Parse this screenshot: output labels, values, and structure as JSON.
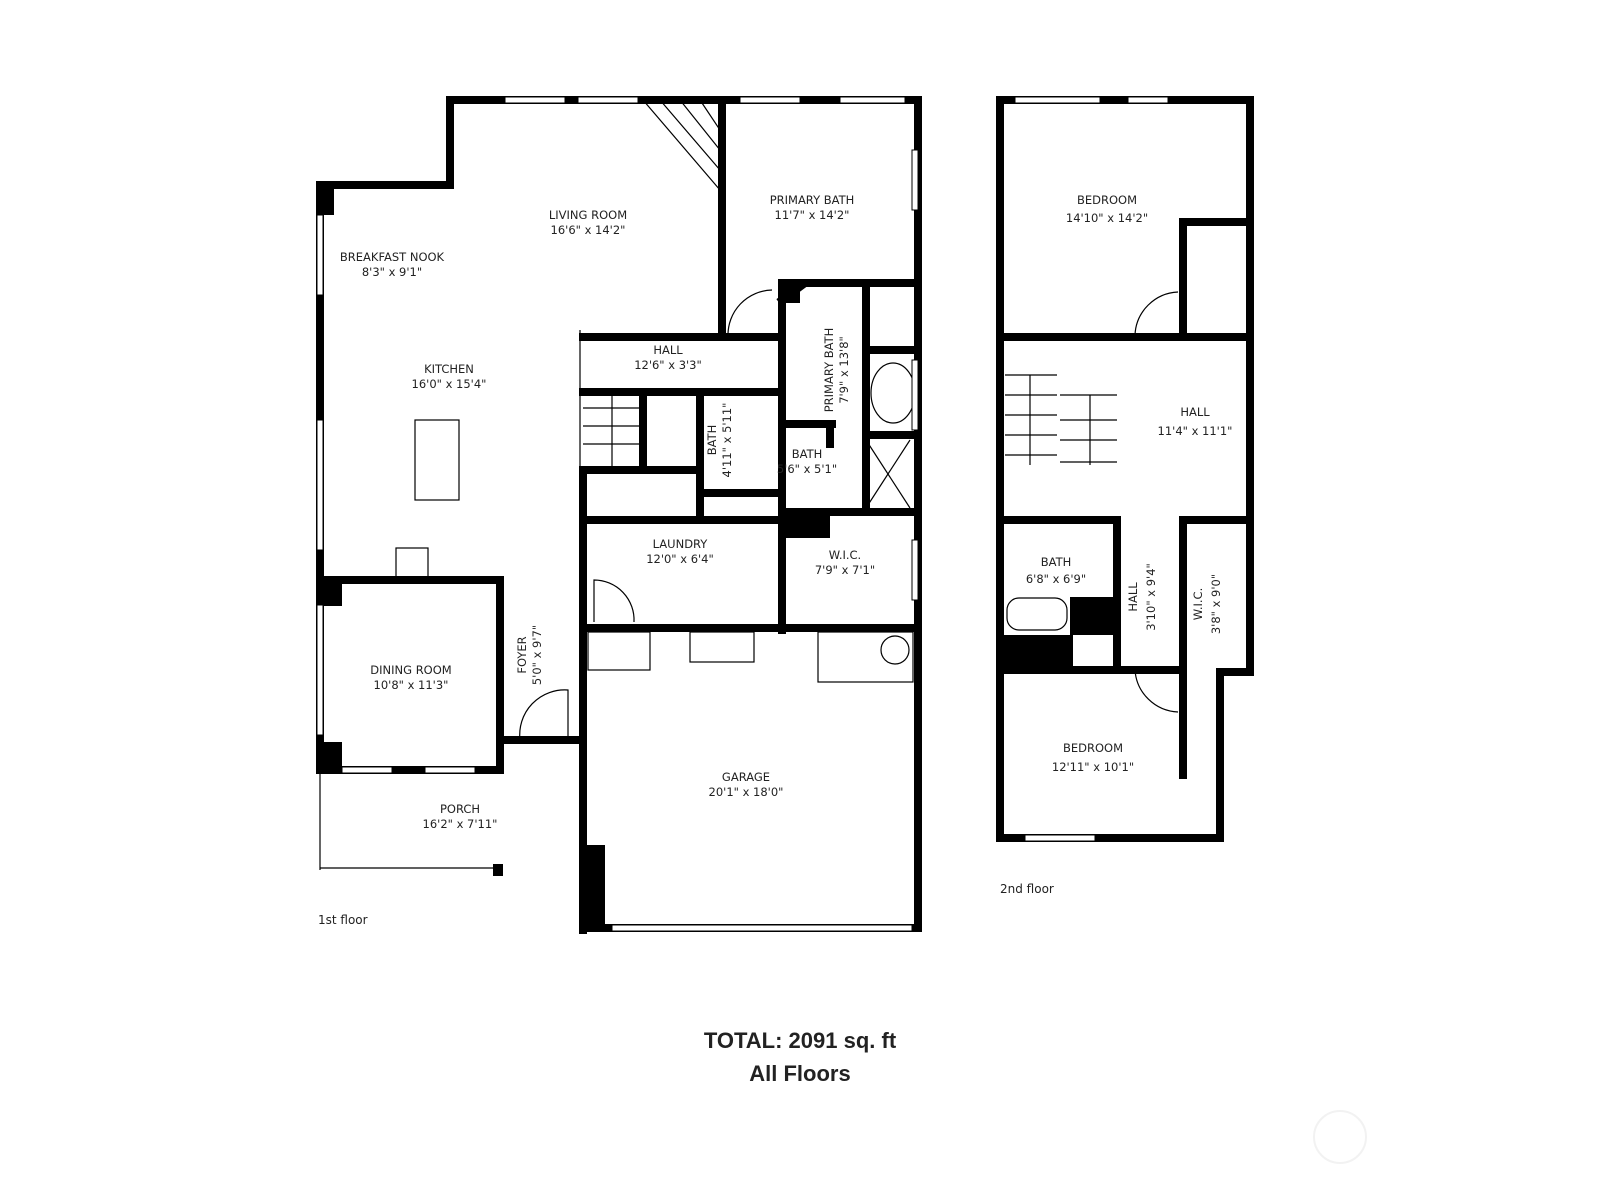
{
  "first_floor": {
    "label": "1st floor",
    "rooms": [
      {
        "name": "BREAKFAST NOOK",
        "size": "8'3\" x 9'1\""
      },
      {
        "name": "LIVING ROOM",
        "size": "16'6\" x 14'2\""
      },
      {
        "name": "PRIMARY BATH",
        "size": "11'7\" x 14'2\""
      },
      {
        "name": "KITCHEN",
        "size": "16'0\" x 15'4\""
      },
      {
        "name": "HALL",
        "size": "12'6\" x 3'3\""
      },
      {
        "name": "PRIMARY BATH",
        "size": "7'9\" x 13'8\""
      },
      {
        "name": "BATH",
        "size": "4'11\" x 5'11\""
      },
      {
        "name": "BATH",
        "size": "5'6\" x 5'1\""
      },
      {
        "name": "LAUNDRY",
        "size": "12'0\" x 6'4\""
      },
      {
        "name": "W.I.C.",
        "size": "7'9\" x 7'1\""
      },
      {
        "name": "DINING ROOM",
        "size": "10'8\" x 11'3\""
      },
      {
        "name": "FOYER",
        "size": "5'0\" x 9'7\""
      },
      {
        "name": "GARAGE",
        "size": "20'1\" x 18'0\""
      },
      {
        "name": "PORCH",
        "size": "16'2\" x 7'11\""
      }
    ]
  },
  "second_floor": {
    "label": "2nd floor",
    "rooms": [
      {
        "name": "BEDROOM",
        "size": "14'10\" x 14'2\""
      },
      {
        "name": "HALL",
        "size": "11'4\" x 11'1\""
      },
      {
        "name": "BATH",
        "size": "6'8\" x 6'9\""
      },
      {
        "name": "HALL",
        "size": "3'10\" x 9'4\""
      },
      {
        "name": "W.I.C.",
        "size": "3'8\" x 9'0\""
      },
      {
        "name": "BEDROOM",
        "size": "12'11\" x 10'1\""
      }
    ]
  },
  "total": {
    "line1": "TOTAL: 2091 sq. ft",
    "line2": "All Floors"
  }
}
